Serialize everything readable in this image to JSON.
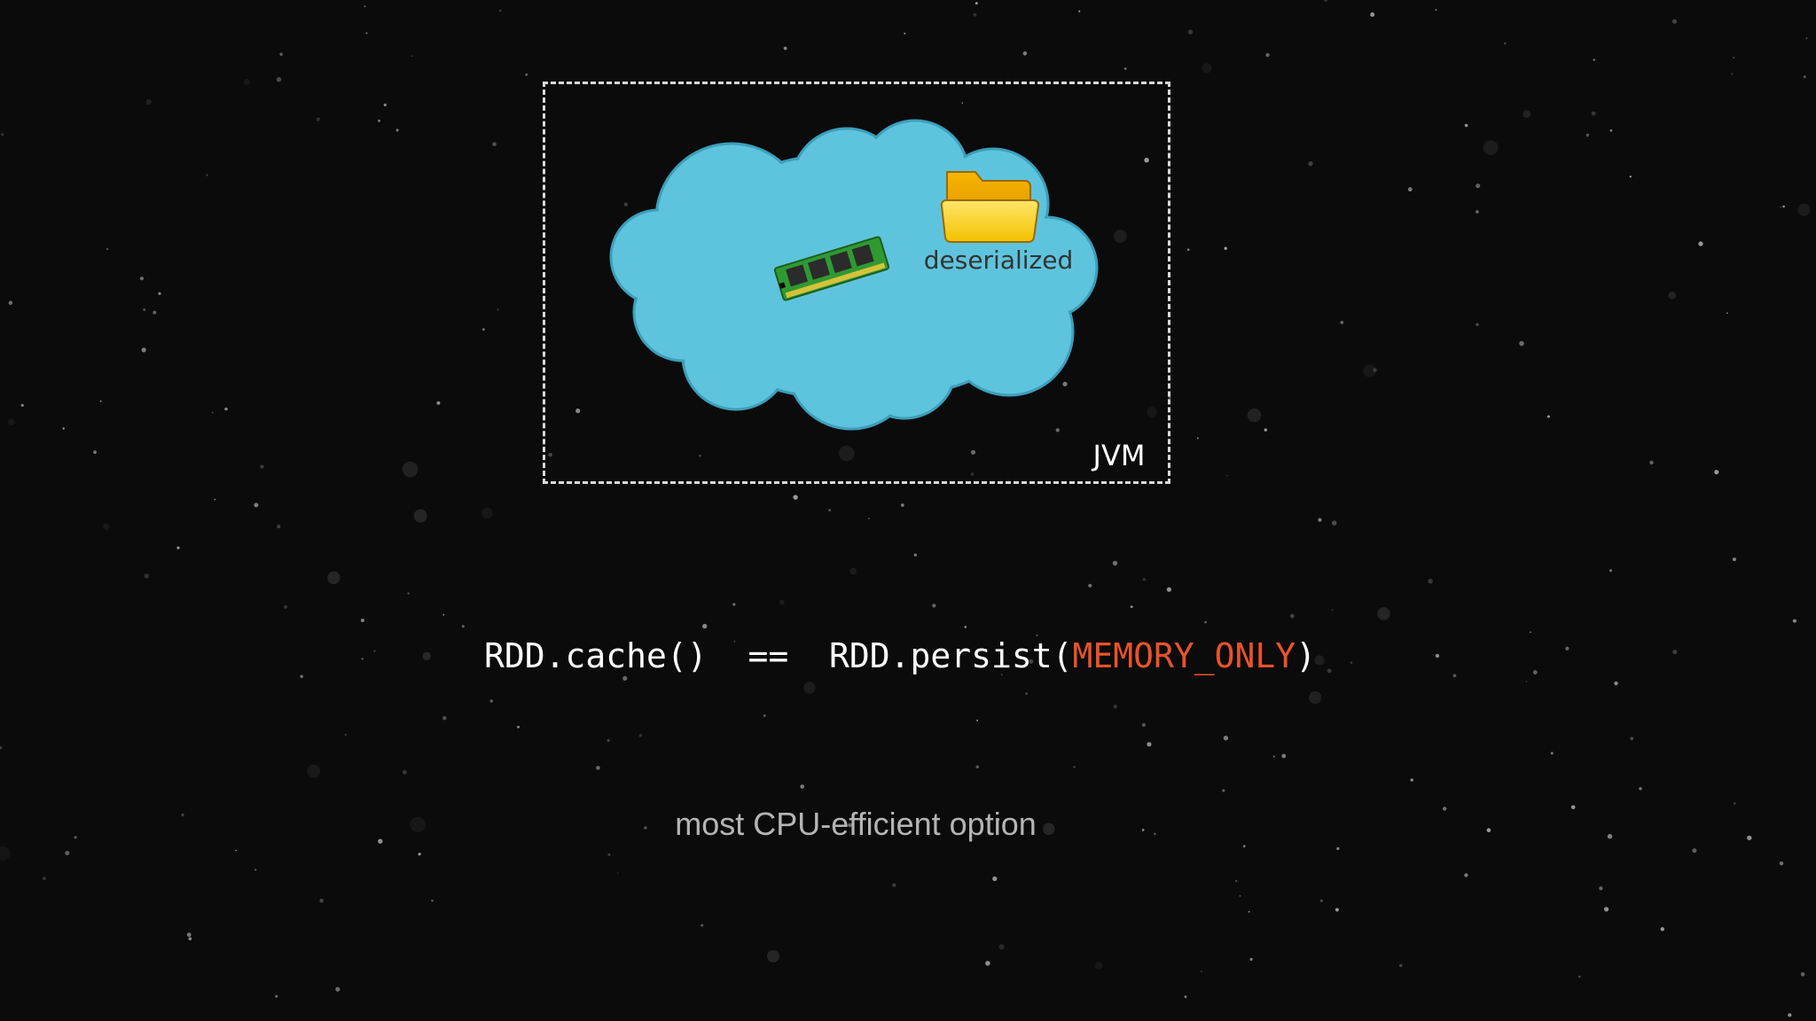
{
  "diagram": {
    "container_label": "JVM",
    "memory_icon": "ram-chip-icon",
    "folder_icon": "folder-icon",
    "folder_label": "deserialized"
  },
  "code": {
    "left": "RDD.cache()",
    "operator": "==",
    "call": "RDD.persist(",
    "argument": "MEMORY_ONLY",
    "close": ")"
  },
  "caption": "most CPU-efficient option",
  "colors": {
    "background": "#0b0b0b",
    "cloud_fill": "#5ec4dd",
    "cloud_stroke": "#3c9fbb",
    "code_text": "#ffffff",
    "code_highlight": "#e8532b",
    "caption_text": "#b5b5b5",
    "dashed_border": "#d9d9d9"
  }
}
